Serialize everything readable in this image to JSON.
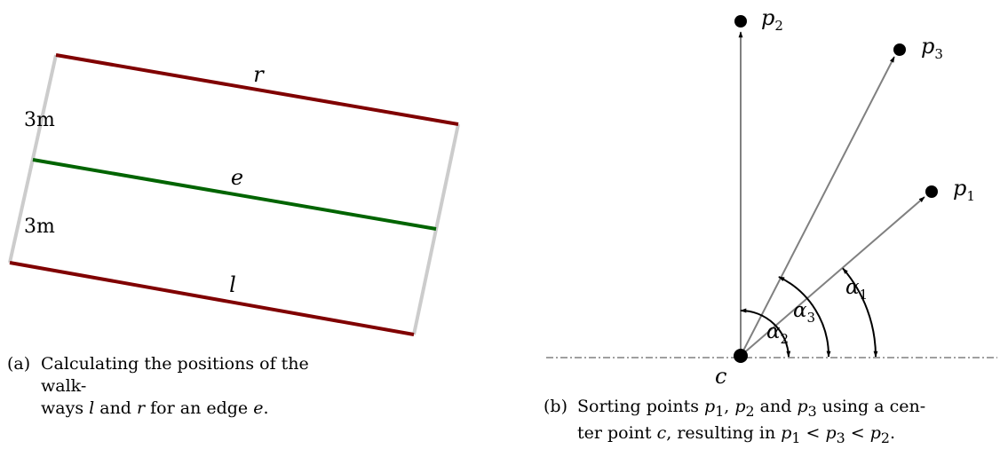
{
  "figure_a": {
    "edge_labels": {
      "r": "r",
      "e": "e",
      "l": "l"
    },
    "distance_labels": {
      "upper": "3m",
      "lower": "3m"
    },
    "colors": {
      "walkway": "#800000",
      "edge": "#006400",
      "side": "#cccccc"
    },
    "caption": {
      "tag": "(a)",
      "line1": "Calculating the positions of the walk-",
      "line2_pre": "ways ",
      "var_l": "l",
      "line2_mid": " and ",
      "var_r": "r",
      "line2_mid2": " for an edge ",
      "var_e": "e",
      "line2_end": "."
    }
  },
  "figure_b": {
    "points": {
      "p2": {
        "base": "p",
        "sub": "2"
      },
      "p3": {
        "base": "p",
        "sub": "3"
      },
      "p1": {
        "base": "p",
        "sub": "1"
      },
      "c": "c"
    },
    "angles": {
      "a1": {
        "base": "α",
        "sub": "1"
      },
      "a2": {
        "base": "α",
        "sub": "2"
      },
      "a3": {
        "base": "α",
        "sub": "3"
      }
    },
    "colors": {
      "ray": "#808080",
      "baseline": "#808080",
      "point": "#000000"
    },
    "caption": {
      "tag": "(b)",
      "line1_pre": "Sorting points ",
      "p": "p",
      "s1": "1",
      "comma": ", ",
      "s2": "2",
      "and": " and ",
      "s3": "3",
      "line1_end": " using a cen-",
      "line2_pre": "ter point ",
      "var_c": "c",
      "line2_mid": ", resulting in ",
      "lt": " < ",
      "line2_end": "."
    }
  }
}
